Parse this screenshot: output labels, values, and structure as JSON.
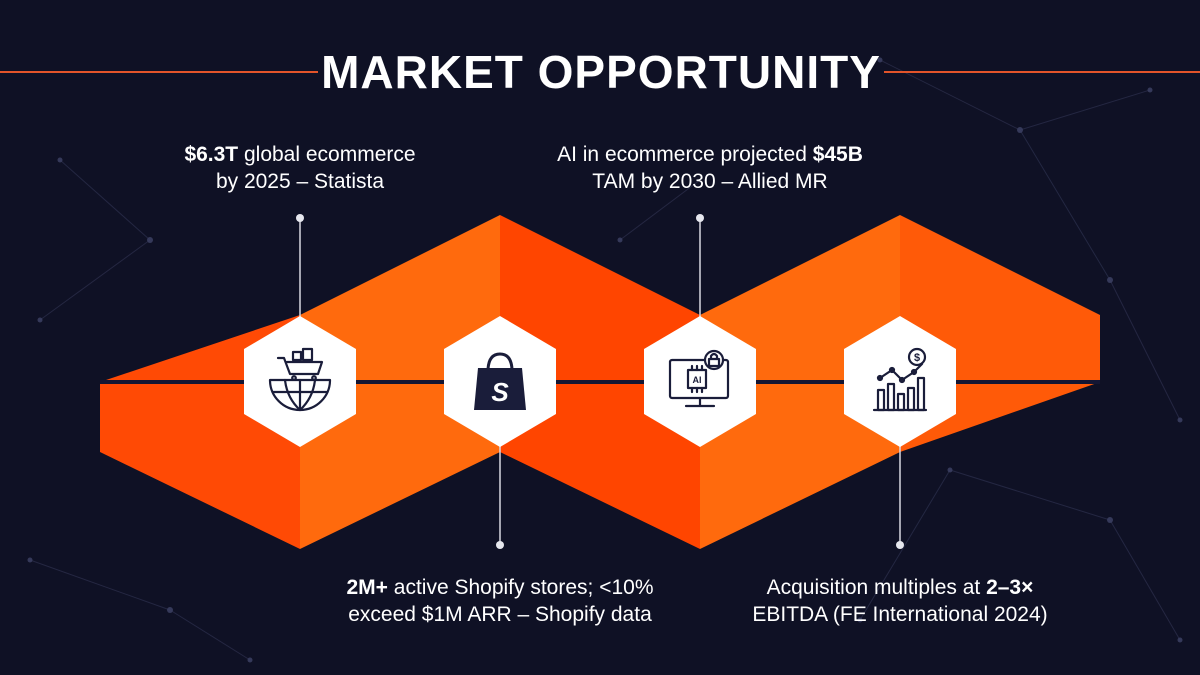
{
  "title": "MARKET OPPORTUNITY",
  "colors": {
    "background": "#0f1125",
    "accent_light": "#ff6a0d",
    "accent_dark": "#ff4500",
    "title_rule": "#e2542a",
    "hexagon": "#ffffff",
    "icon": "#1a1d3a"
  },
  "stats": [
    {
      "id": "global-ecommerce",
      "icon": "shopping-cart-globe-icon",
      "line1": {
        "bold": "$6.3T",
        "rest": " global ecommerce"
      },
      "line2": {
        "pre": "by 2025 – Statista"
      }
    },
    {
      "id": "shopify-stores",
      "icon": "shopify-bag-icon",
      "line1": {
        "bold": "2M+",
        "rest": " active Shopify stores; <10%"
      },
      "line2": {
        "pre": "exceed $1M ARR – Shopify data"
      }
    },
    {
      "id": "ai-ecommerce",
      "icon": "ai-monitor-lock-icon",
      "line1": {
        "pre": "AI in ecommerce projected ",
        "bold": "$45B"
      },
      "line2": {
        "pre": "TAM by 2030 – Allied MR"
      }
    },
    {
      "id": "acquisition-multiples",
      "icon": "growth-chart-dollar-icon",
      "line1": {
        "pre": "Acquisition multiples at ",
        "bold": "2–3×"
      },
      "line2": {
        "pre": "EBITDA (FE International 2024)"
      }
    }
  ],
  "icon_labels": {
    "shopify_letter": "S",
    "ai_chip": "AI",
    "dollar_sign": "$"
  }
}
